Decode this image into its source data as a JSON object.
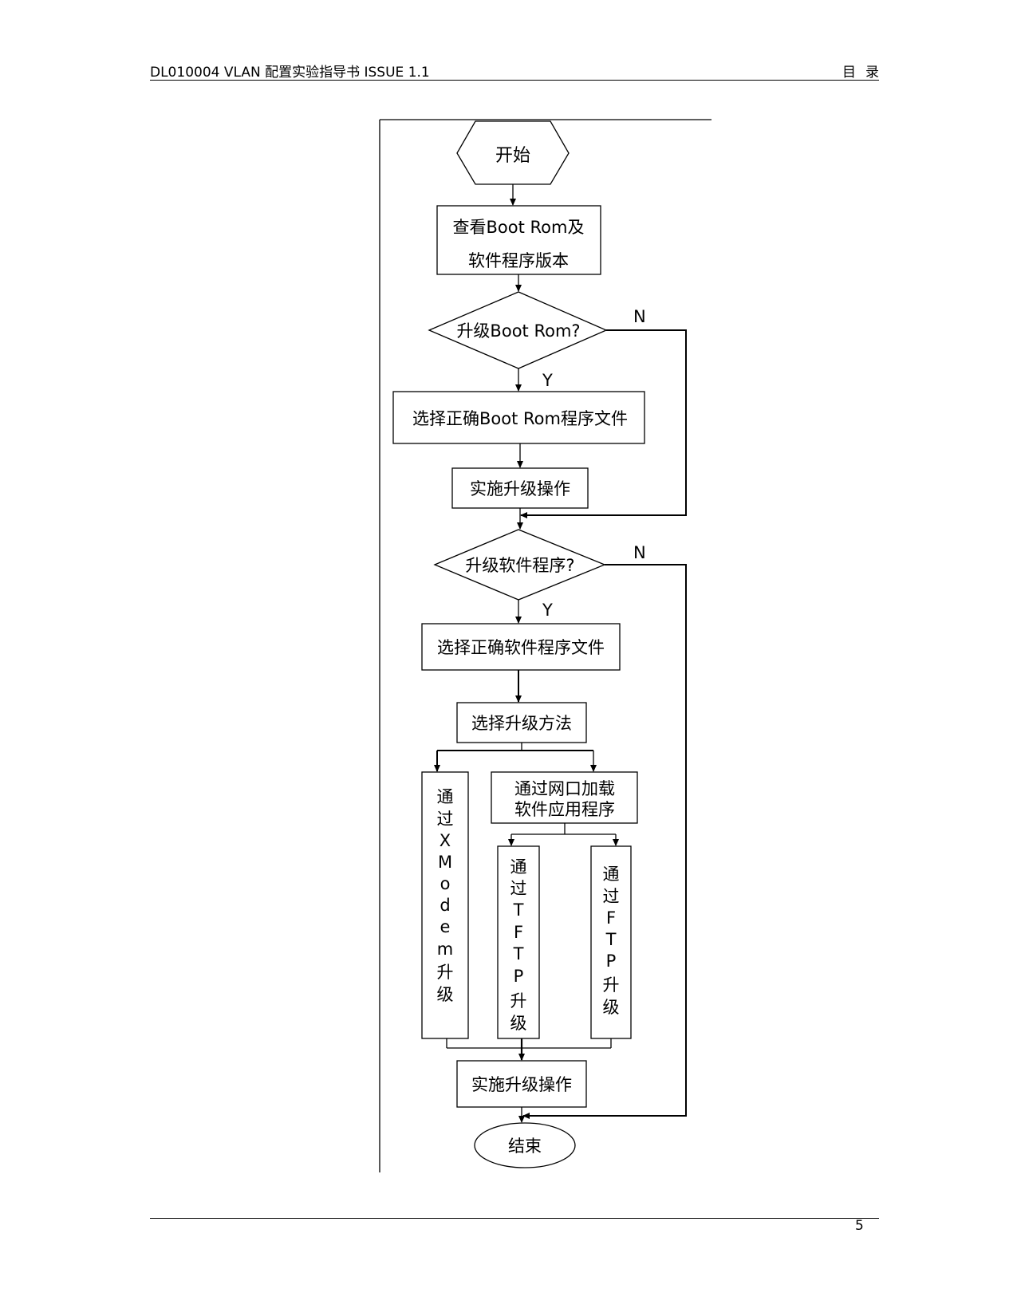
{
  "header": {
    "left": "DL010004   VLAN 配置实验指导书   ISSUE 1.1",
    "right": "目录"
  },
  "footer": {
    "page_number": "5"
  },
  "flowchart": {
    "start": "开始",
    "check_versions": [
      "查看Boot Rom及",
      "软件程序版本"
    ],
    "q_upgrade_bootrom": "升级Boot Rom?",
    "select_bootrom_file": "选择正确Boot Rom程序文件",
    "do_upgrade_1": "实施升级操作",
    "q_upgrade_software": "升级软件程序?",
    "select_software_file": "选择正确软件程序文件",
    "select_method": "选择升级方法",
    "via_xmodem": [
      "通",
      "过",
      "X",
      "M",
      "o",
      "d",
      "e",
      "m",
      "升",
      "级"
    ],
    "via_network": [
      "通过网口加载",
      "软件应用程序"
    ],
    "via_tftp": [
      "通",
      "过",
      "T",
      "F",
      "T",
      "P",
      "升",
      "级"
    ],
    "via_ftp": [
      "通",
      "过",
      "F",
      "T",
      "P",
      "升",
      "级"
    ],
    "do_upgrade_2": "实施升级操作",
    "end": "结束",
    "label_yes": "Y",
    "label_no": "N"
  }
}
